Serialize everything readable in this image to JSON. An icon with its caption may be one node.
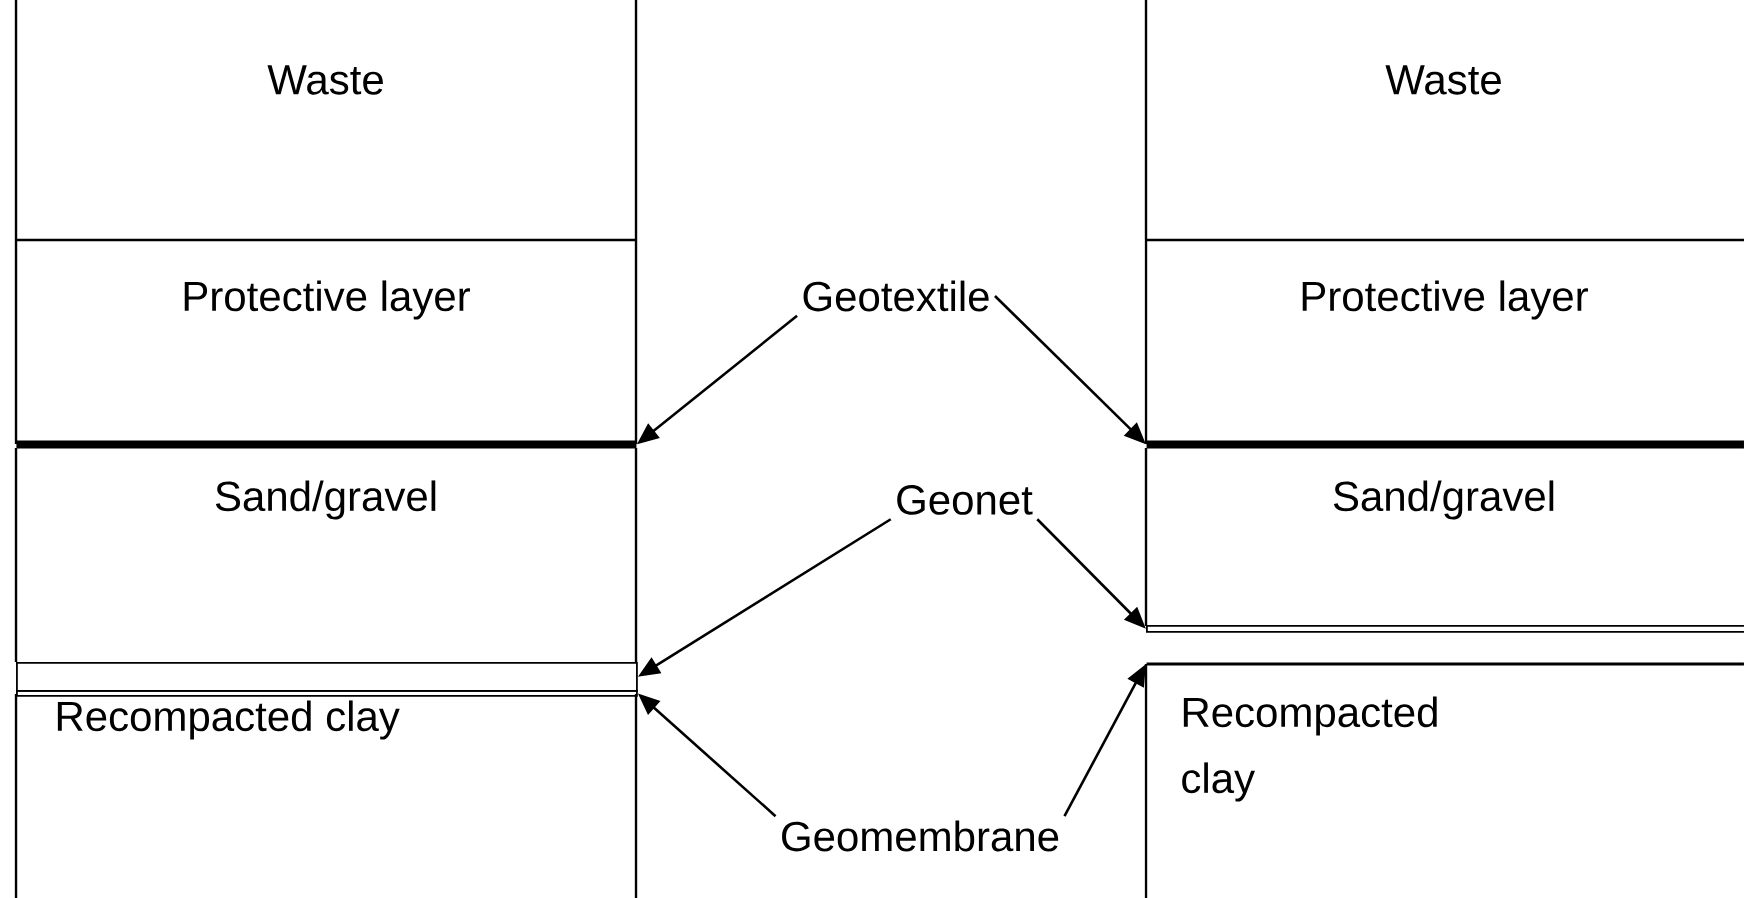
{
  "diagram": {
    "nodes": [
      {
        "text": [
          "Waste"
        ]
      },
      {
        "text": [
          "Protective layer"
        ]
      },
      {
        "text": [
          "Sand/gravel"
        ]
      },
      {
        "text": [
          "Recompacted clay"
        ]
      },
      {
        "text": [
          "Waste"
        ]
      },
      {
        "text": [
          "Protective layer"
        ]
      },
      {
        "text": [
          "Sand/gravel"
        ]
      },
      {
        "text": [
          "Recompacted clay"
        ]
      },
      {
        "text": [
          "Geotextile"
        ]
      },
      {
        "text": [
          "Geonet"
        ]
      },
      {
        "text": [
          "Geomembrane"
        ]
      },
      {
        "text": [],
        "shape": "bar"
      },
      {
        "text": [],
        "shape": "bar"
      },
      {
        "text": [],
        "shape": "bar"
      },
      {
        "text": [],
        "shape": "bar"
      },
      {
        "text": [],
        "shape": "bar"
      },
      {
        "text": [],
        "shape": "bar"
      }
    ],
    "edges": [
      {
        "from": 8,
        "to": 11,
        "arrow": "to"
      },
      {
        "from": 8,
        "to": 14,
        "arrow": "to"
      },
      {
        "from": 9,
        "to": 12,
        "arrow": "to"
      },
      {
        "from": 9,
        "to": 15,
        "arrow": "to"
      },
      {
        "from": 10,
        "to": 13,
        "arrow": "to"
      },
      {
        "from": 10,
        "to": 16,
        "arrow": "to"
      }
    ]
  }
}
